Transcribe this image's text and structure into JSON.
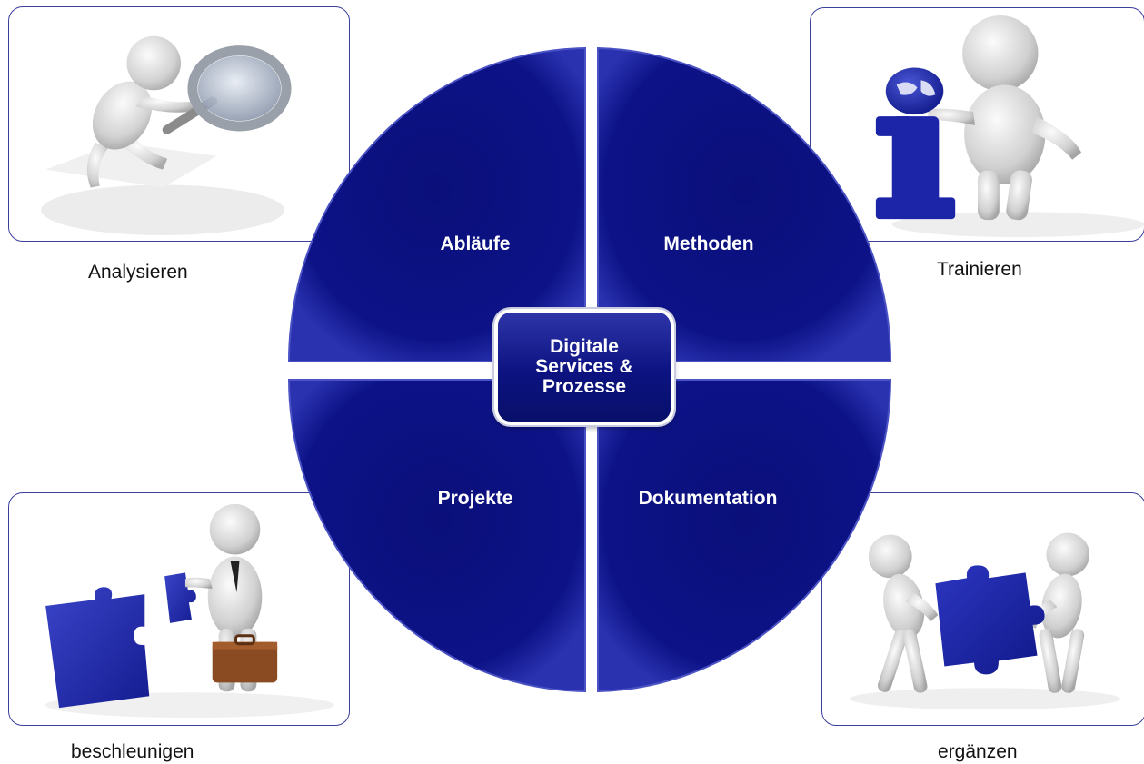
{
  "center": {
    "line1": "Digitale",
    "line2": "Services &",
    "line3": "Prozesse"
  },
  "quadrants": {
    "top_left": "Abläufe",
    "top_right": "Methoden",
    "bottom_left": "Projekte",
    "bottom_right": "Dokumentation"
  },
  "cards": {
    "top_left": {
      "caption": "Analysieren",
      "icon": "magnifier-figure-icon"
    },
    "top_right": {
      "caption": "Trainieren",
      "icon": "info-figure-icon"
    },
    "bottom_left": {
      "caption": "beschleunigen",
      "icon": "puzzle-businessman-icon"
    },
    "bottom_right": {
      "caption": "ergänzen",
      "icon": "puzzle-carry-icon"
    }
  },
  "colors": {
    "quadrant_fill": "#0d1387",
    "quadrant_edge": "#3d44b8",
    "card_border": "#3a3f9a",
    "puzzle_blue": "#1c25a8"
  }
}
